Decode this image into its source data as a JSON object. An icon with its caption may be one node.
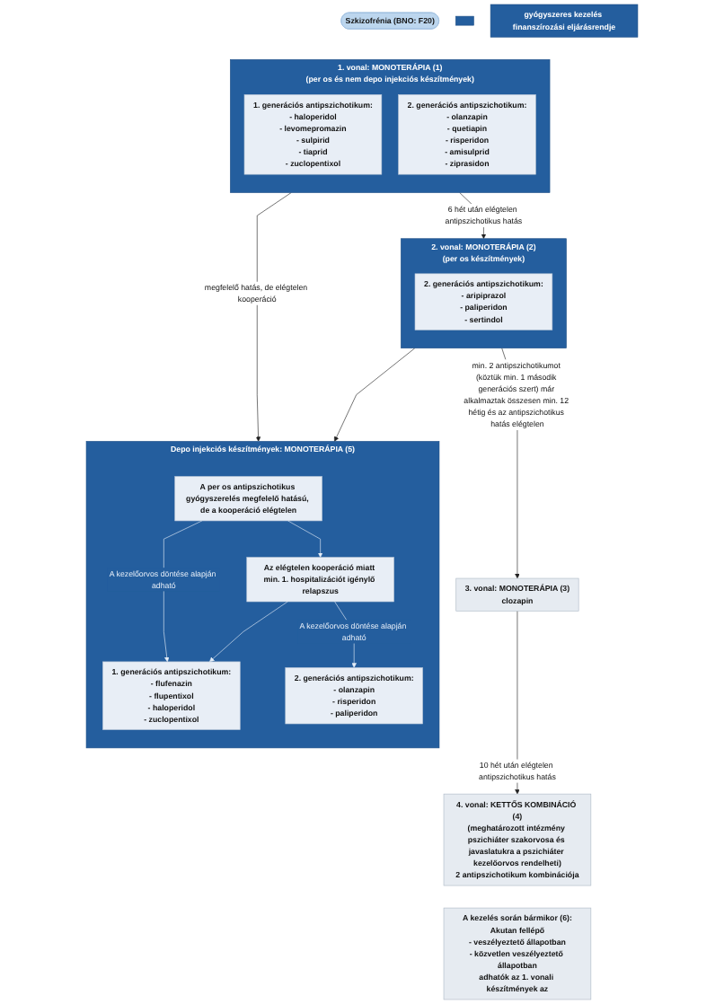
{
  "diagram": {
    "nodes": [
      {
        "text": [
          "Szkizofrénia (BNO: F20)"
        ]
      },
      {
        "text": [],
        "shape": "box"
      },
      {
        "text": [
          "gyógyszeres kezelés finanszírozási eljárásrendje"
        ]
      },
      {
        "text": [
          "1. vonal: MONOTERÁPIA (1)",
          "(per os és nem depo injekciós készítmények)"
        ]
      },
      {
        "text": [
          "1. generációs antipszichotikum:",
          "- haloperidol",
          "- levomepromazin",
          "- sulpirid",
          "- tiaprid",
          "- zuclopentixol"
        ],
        "in": 3
      },
      {
        "text": [
          "2. generációs antipszichotikum:",
          "- olanzapin",
          "- quetiapin",
          "- risperidon",
          "- amisulprid",
          "- ziprasidon"
        ],
        "in": 3
      },
      {
        "text": [
          "2. vonal: MONOTERÁPIA (2)",
          "(per os készítmények)"
        ]
      },
      {
        "text": [
          "2. generációs antipszichotikum:",
          "- aripiprazol",
          "- paliperidon",
          "- sertindol"
        ],
        "in": 6
      },
      {
        "text": [
          "3. vonal: MONOTERÁPIA (3)",
          "clozapin"
        ]
      },
      {
        "text": [
          "4. vonal: KETTŐS KOMBINÁCIÓ (4)",
          "(meghatározott intézmény pszichiáter szakorvosa és javaslatukra a pszichiáter kezelőorvos rendelheti)",
          "2 antipszichotikum kombinációja"
        ]
      },
      {
        "text": [
          "Depo injekciós készítmények: MONOTERÁPIA (5)"
        ]
      },
      {
        "text": [
          "A per os antipszichotikus gyógyszerelés megfelelő hatású, de a kooperáció elégtelen"
        ],
        "in": 10
      },
      {
        "text": [
          "Az elégtelen kooperáció miatt min. 1. hospitalizációt igénylő relapszus"
        ],
        "in": 10
      },
      {
        "text": [
          "1. generációs antipszichotikum:",
          "- flufenazin",
          "- flupentixol",
          "- haloperidol",
          "- zuclopentixol"
        ],
        "in": 10
      },
      {
        "text": [
          "2. generációs antipszichotikum:",
          "- olanzapin",
          "- risperidon",
          "- paliperidon"
        ],
        "in": 10
      },
      {
        "text": [
          "A kezelés során bármikor (6):",
          "Akutan fellépő",
          "- veszélyeztető állapotban",
          "- közvetlen veszélyeztető állapotban",
          "adhatók az 1. vonali készítmények az"
        ]
      }
    ],
    "edges": [
      {
        "from": 3,
        "to": 6,
        "arrow": "to",
        "label": "6 hét után elégtelen antipszichotikus hatás"
      },
      {
        "from": 3,
        "to": 10,
        "arrow": "to",
        "label": "megfelelő hatás, de elégtelen kooperáció"
      },
      {
        "from": 6,
        "to": 10,
        "arrow": "to"
      },
      {
        "from": 6,
        "to": 8,
        "arrow": "to",
        "label": "min. 2 antipszichotikumot (köztük min. 1 második generációs szert) már alkalmaztak összesen min. 12 hétig és az antipszichotikus hatás elégtelen"
      },
      {
        "from": 8,
        "to": 9,
        "arrow": "to",
        "label": "10 hét után elégtelen antipszichotikus hatás"
      },
      {
        "from": 11,
        "to": 13,
        "arrow": "to",
        "label": "A kezelőorvos döntése alapján adható",
        "color": "#e6eef8"
      },
      {
        "from": 11,
        "to": 12,
        "arrow": "to",
        "color": "#e6eef8"
      },
      {
        "from": 12,
        "to": 13,
        "arrow": "to",
        "color": "#e6eef8"
      },
      {
        "from": 12,
        "to": 14,
        "arrow": "to",
        "label": "A kezelőorvos döntése alapján adható",
        "color": "#e6eef8"
      }
    ]
  }
}
